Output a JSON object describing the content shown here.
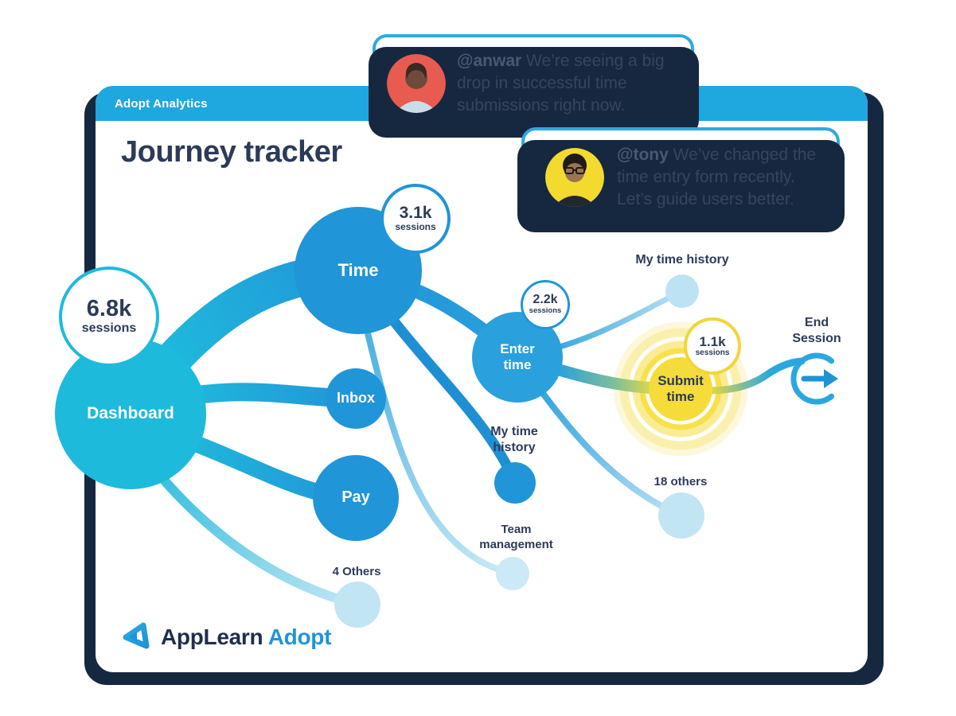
{
  "window": {
    "header_label": "Adopt Analytics",
    "title": "Journey tracker"
  },
  "comments": {
    "anwar": {
      "handle": "@anwar",
      "message": "We’re seeing a big drop in successful time submissions right now."
    },
    "tony": {
      "handle": "@tony",
      "message": "We’ve changed the time entry form recently. Let’s guide users better."
    }
  },
  "journey": {
    "sessions_unit": "sessions",
    "dashboard": {
      "label": "Dashboard",
      "sessions": "6.8k"
    },
    "time": {
      "label": "Time",
      "sessions": "3.1k"
    },
    "inbox": {
      "label": "Inbox"
    },
    "pay": {
      "label": "Pay"
    },
    "dashboard_others": {
      "label": "4 Others"
    },
    "enter_time": {
      "label": "Enter time",
      "sessions": "2.2k"
    },
    "time_my_time_history": {
      "label": "My time history"
    },
    "team_management": {
      "label": "Team management"
    },
    "enter_my_time_history": {
      "label": "My time history"
    },
    "submit_time": {
      "label": "Submit time",
      "sessions": "1.1k"
    },
    "enter_others": {
      "label": "18 others"
    },
    "end_session": {
      "label": "End Session"
    }
  },
  "logo": {
    "brand": "AppLearn",
    "product": "Adopt"
  },
  "colors": {
    "header_blue": "#1FA7E0",
    "accent_blue": "#2095D8",
    "cyan": "#1FBBDC",
    "light_blue": "#C2E5F4",
    "yellow": "#F5DC35",
    "navy_text": "#2C3B59",
    "shadow_navy": "#16283F",
    "avatar_red": "#E85B50",
    "bubble_border": "#2BAAE2"
  }
}
